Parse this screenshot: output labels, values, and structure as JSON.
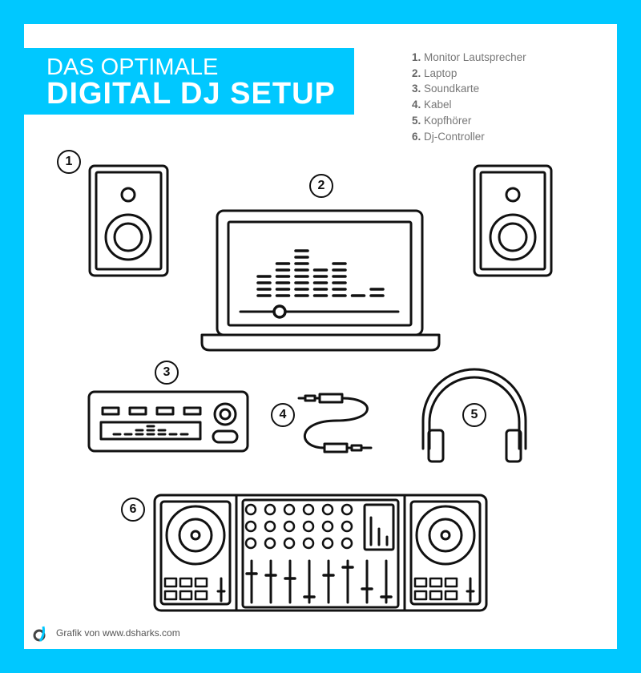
{
  "title": {
    "line1": "DAS OPTIMALE",
    "line2": "DIGITAL DJ SETUP"
  },
  "legend": [
    {
      "num": "1.",
      "label": "Monitor Lautsprecher"
    },
    {
      "num": "2.",
      "label": "Laptop"
    },
    {
      "num": "3.",
      "label": "Soundkarte"
    },
    {
      "num": "4.",
      "label": "Kabel"
    },
    {
      "num": "5.",
      "label": "Kopfhörer"
    },
    {
      "num": "6.",
      "label": "Dj-Controller"
    }
  ],
  "badges": [
    "1",
    "2",
    "3",
    "4",
    "5",
    "6"
  ],
  "footer": {
    "credit": "Grafik von www.dsharks.com"
  },
  "colors": {
    "accent": "#00c8ff",
    "line": "#111111"
  }
}
